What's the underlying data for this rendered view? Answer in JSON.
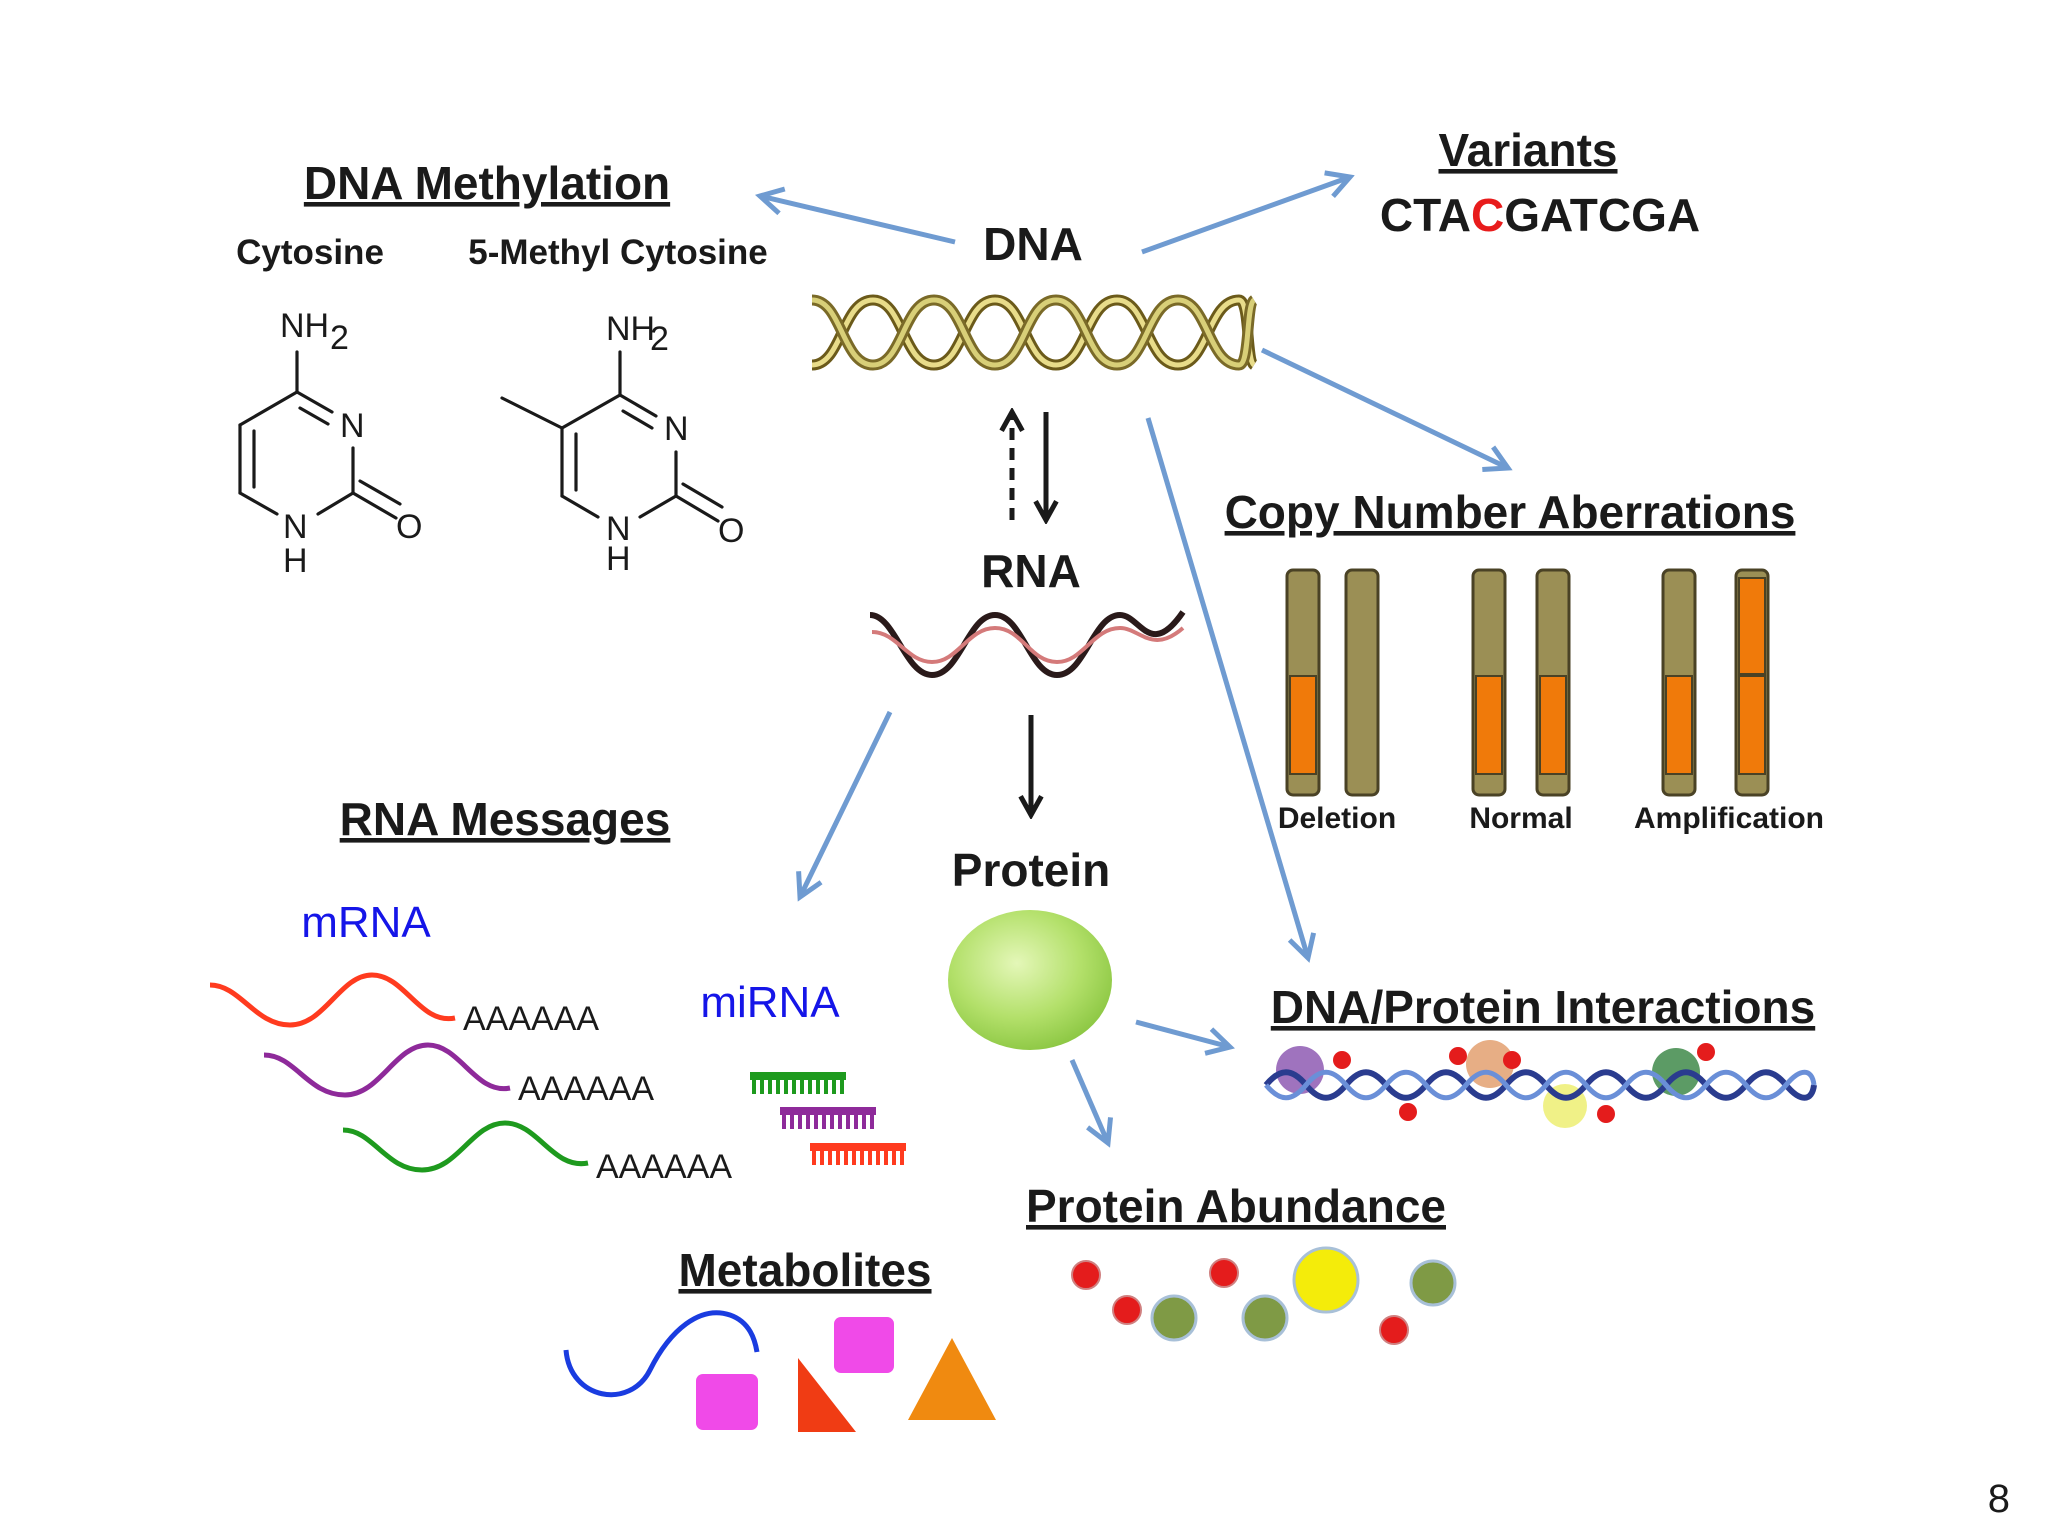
{
  "labels": {
    "dna_methylation": "DNA Methylation",
    "cytosine": "Cytosine",
    "methyl_cytosine": "5-Methyl Cytosine",
    "dna": "DNA",
    "variants": "Variants",
    "rna": "RNA",
    "protein": "Protein",
    "copy_number": "Copy Number Aberrations",
    "rna_messages": "RNA Messages",
    "mrna": "mRNA",
    "mirna": "miRNA",
    "dna_protein": "DNA/Protein Interactions",
    "protein_abundance": "Protein Abundance",
    "metabolites": "Metabolites",
    "page_number": "8"
  },
  "variant_sequence": {
    "before": "CTA",
    "highlight": "C",
    "after": "GATCGA"
  },
  "polyA": [
    "AAAAAA",
    "AAAAAA",
    "AAAAAA"
  ],
  "cna_labels": [
    "Deletion",
    "Normal",
    "Amplification"
  ],
  "chem": {
    "nh2": "NH",
    "sub2": "2",
    "n": "N",
    "o": "O",
    "h": "H"
  },
  "colors": {
    "arrow_blue": "#6f9bd1",
    "mrna_red": "#ff3b1f",
    "mrna_purple": "#8e2a9a",
    "mrna_green": "#1e9a1e",
    "chromosome": "#9b8f55",
    "cna_orange": "#f07a0a",
    "variant_red": "#e81c1c"
  }
}
